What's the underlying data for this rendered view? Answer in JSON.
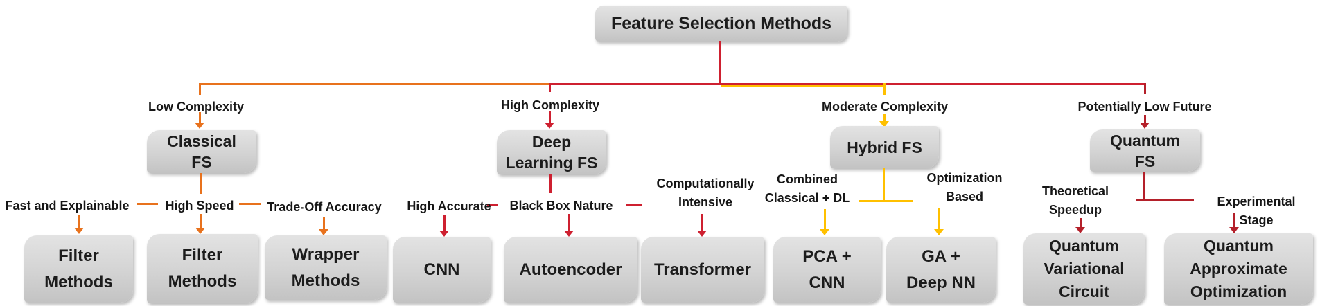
{
  "title": "Feature Selection Methods",
  "colors": {
    "orange": "#E8721D",
    "red": "#CE2030",
    "dark_red": "#B4202A",
    "gold": "#FFC000",
    "node_text": "#1C1C1C"
  },
  "branches": [
    {
      "label": "Low Complexity",
      "node": "Classical\nFS"
    },
    {
      "label": "High Complexity",
      "node": "Deep\nLearning FS"
    },
    {
      "label": "Moderate Complexity",
      "node": "Hybrid FS"
    },
    {
      "label": "Potentially Low Future",
      "node": "Quantum\nFS"
    }
  ],
  "leaves": [
    {
      "criterion": "Fast and Explainable",
      "method": "Filter\nMethods"
    },
    {
      "criterion": "High Speed",
      "method": "Filter\nMethods"
    },
    {
      "criterion": "Trade-Off Accuracy",
      "method": "Wrapper\nMethods"
    },
    {
      "criterion": "High Accurate",
      "method": "CNN"
    },
    {
      "criterion": "Black Box Nature",
      "method": "Autoencoder"
    },
    {
      "criterion": "Computationally\nIntensive",
      "method": "Transformer"
    },
    {
      "criterion": "Combined\nClassical + DL",
      "method": "PCA +\nCNN"
    },
    {
      "criterion": "Optimization\nBased",
      "method": "GA +\nDeep NN"
    },
    {
      "criterion": "Theoretical\nSpeedup",
      "method": "Quantum\nVariational\nCircuit"
    },
    {
      "criterion": "Experimental Stage",
      "method": "Quantum\nApproximate\nOptimization"
    }
  ]
}
